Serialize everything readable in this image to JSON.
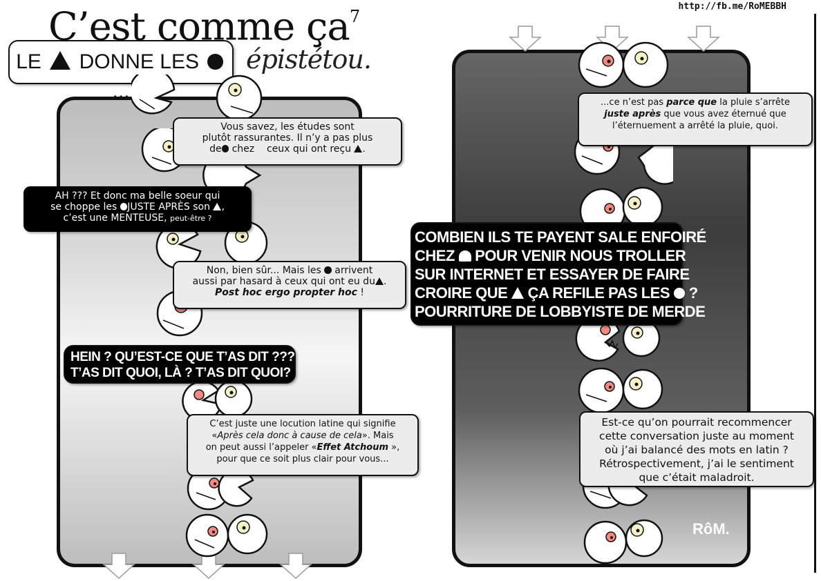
{
  "header": {
    "title": "C’est comme ça",
    "episode": "7",
    "subtitle": "épistétou.",
    "url": "http://fb.me/RoMEBBH"
  },
  "rule_bubble": {
    "prefix": "LE",
    "middle": "DONNE LES",
    "suffix": "!!!"
  },
  "left_panel": {
    "bubble1": {
      "line1": "Vous savez, les études sont",
      "line2": "plutôt rassurantes. Il n’y a pas plus",
      "line3a": "de",
      "line3b": "chez",
      "line3c": "ceux qui ont reçu"
    },
    "bubble2": {
      "line1": "AH ??? Et donc ma belle soeur qui",
      "line2a": "se choppe les",
      "line2b": "JUSTE APRÈS son",
      "line2c": ",",
      "line3a": "c’est une MENTEUSE,",
      "line3b": "peut-être ?"
    },
    "bubble3": {
      "line1a": "Non, bien sûr... Mais les",
      "line1b": "arrivent",
      "line2a": "aussi par hasard à ceux qui ont eu du",
      "line2b": ".",
      "line3a": "Post hoc ergo propter hoc",
      "line3b": " !"
    },
    "bubble4": {
      "line1": "HEIN ? QU’EST-CE QUE T’AS DIT ???",
      "line2": "T’AS DIT QUOI, LÀ ? T’AS DIT QUOI?"
    },
    "bubble5": {
      "line1": "C’est juste une locution latine qui signifie",
      "line2a": "«",
      "line2b": "Après cela donc à cause de cela",
      "line2c": "». Mais",
      "line3a": "on peut aussi l’appeler «",
      "line3b": "Effet Atchoum",
      "line3c": " »,",
      "line4": "pour que ce soit plus clair pour vous..."
    }
  },
  "right_panel": {
    "bubble1": {
      "line1a": "...ce n’est pas ",
      "line1b": "parce que",
      "line1c": " la pluie s’arrête",
      "line2a": "juste après",
      "line2b": " que vous avez éternué que",
      "line3": "l’éternuement a arrêté la pluie, quoi."
    },
    "bubble2": {
      "line1": "COMBIEN ILS TE PAYENT SALE ENFOIRÉ",
      "line2a": "CHEZ",
      "line2b": "POUR VENIR NOUS TROLLER",
      "line3": "SUR INTERNET ET ESSAYER DE FAIRE",
      "line4a": "CROIRE QUE",
      "line4b": "ÇA REFILE PAS LES",
      "line4c": "?",
      "line5": "POURRITURE DE LOBBYISTE DE MERDE"
    },
    "bubble3": {
      "line1": "Est-ce qu’on pourrait recommencer",
      "line2": "cette conversation juste au moment",
      "line3": "où j’ai balancé des mots en latin ?",
      "line4": "Rétrospectivement, j’ai le sentiment",
      "line5": "que c’était maladroit."
    },
    "signature": "RôM."
  }
}
